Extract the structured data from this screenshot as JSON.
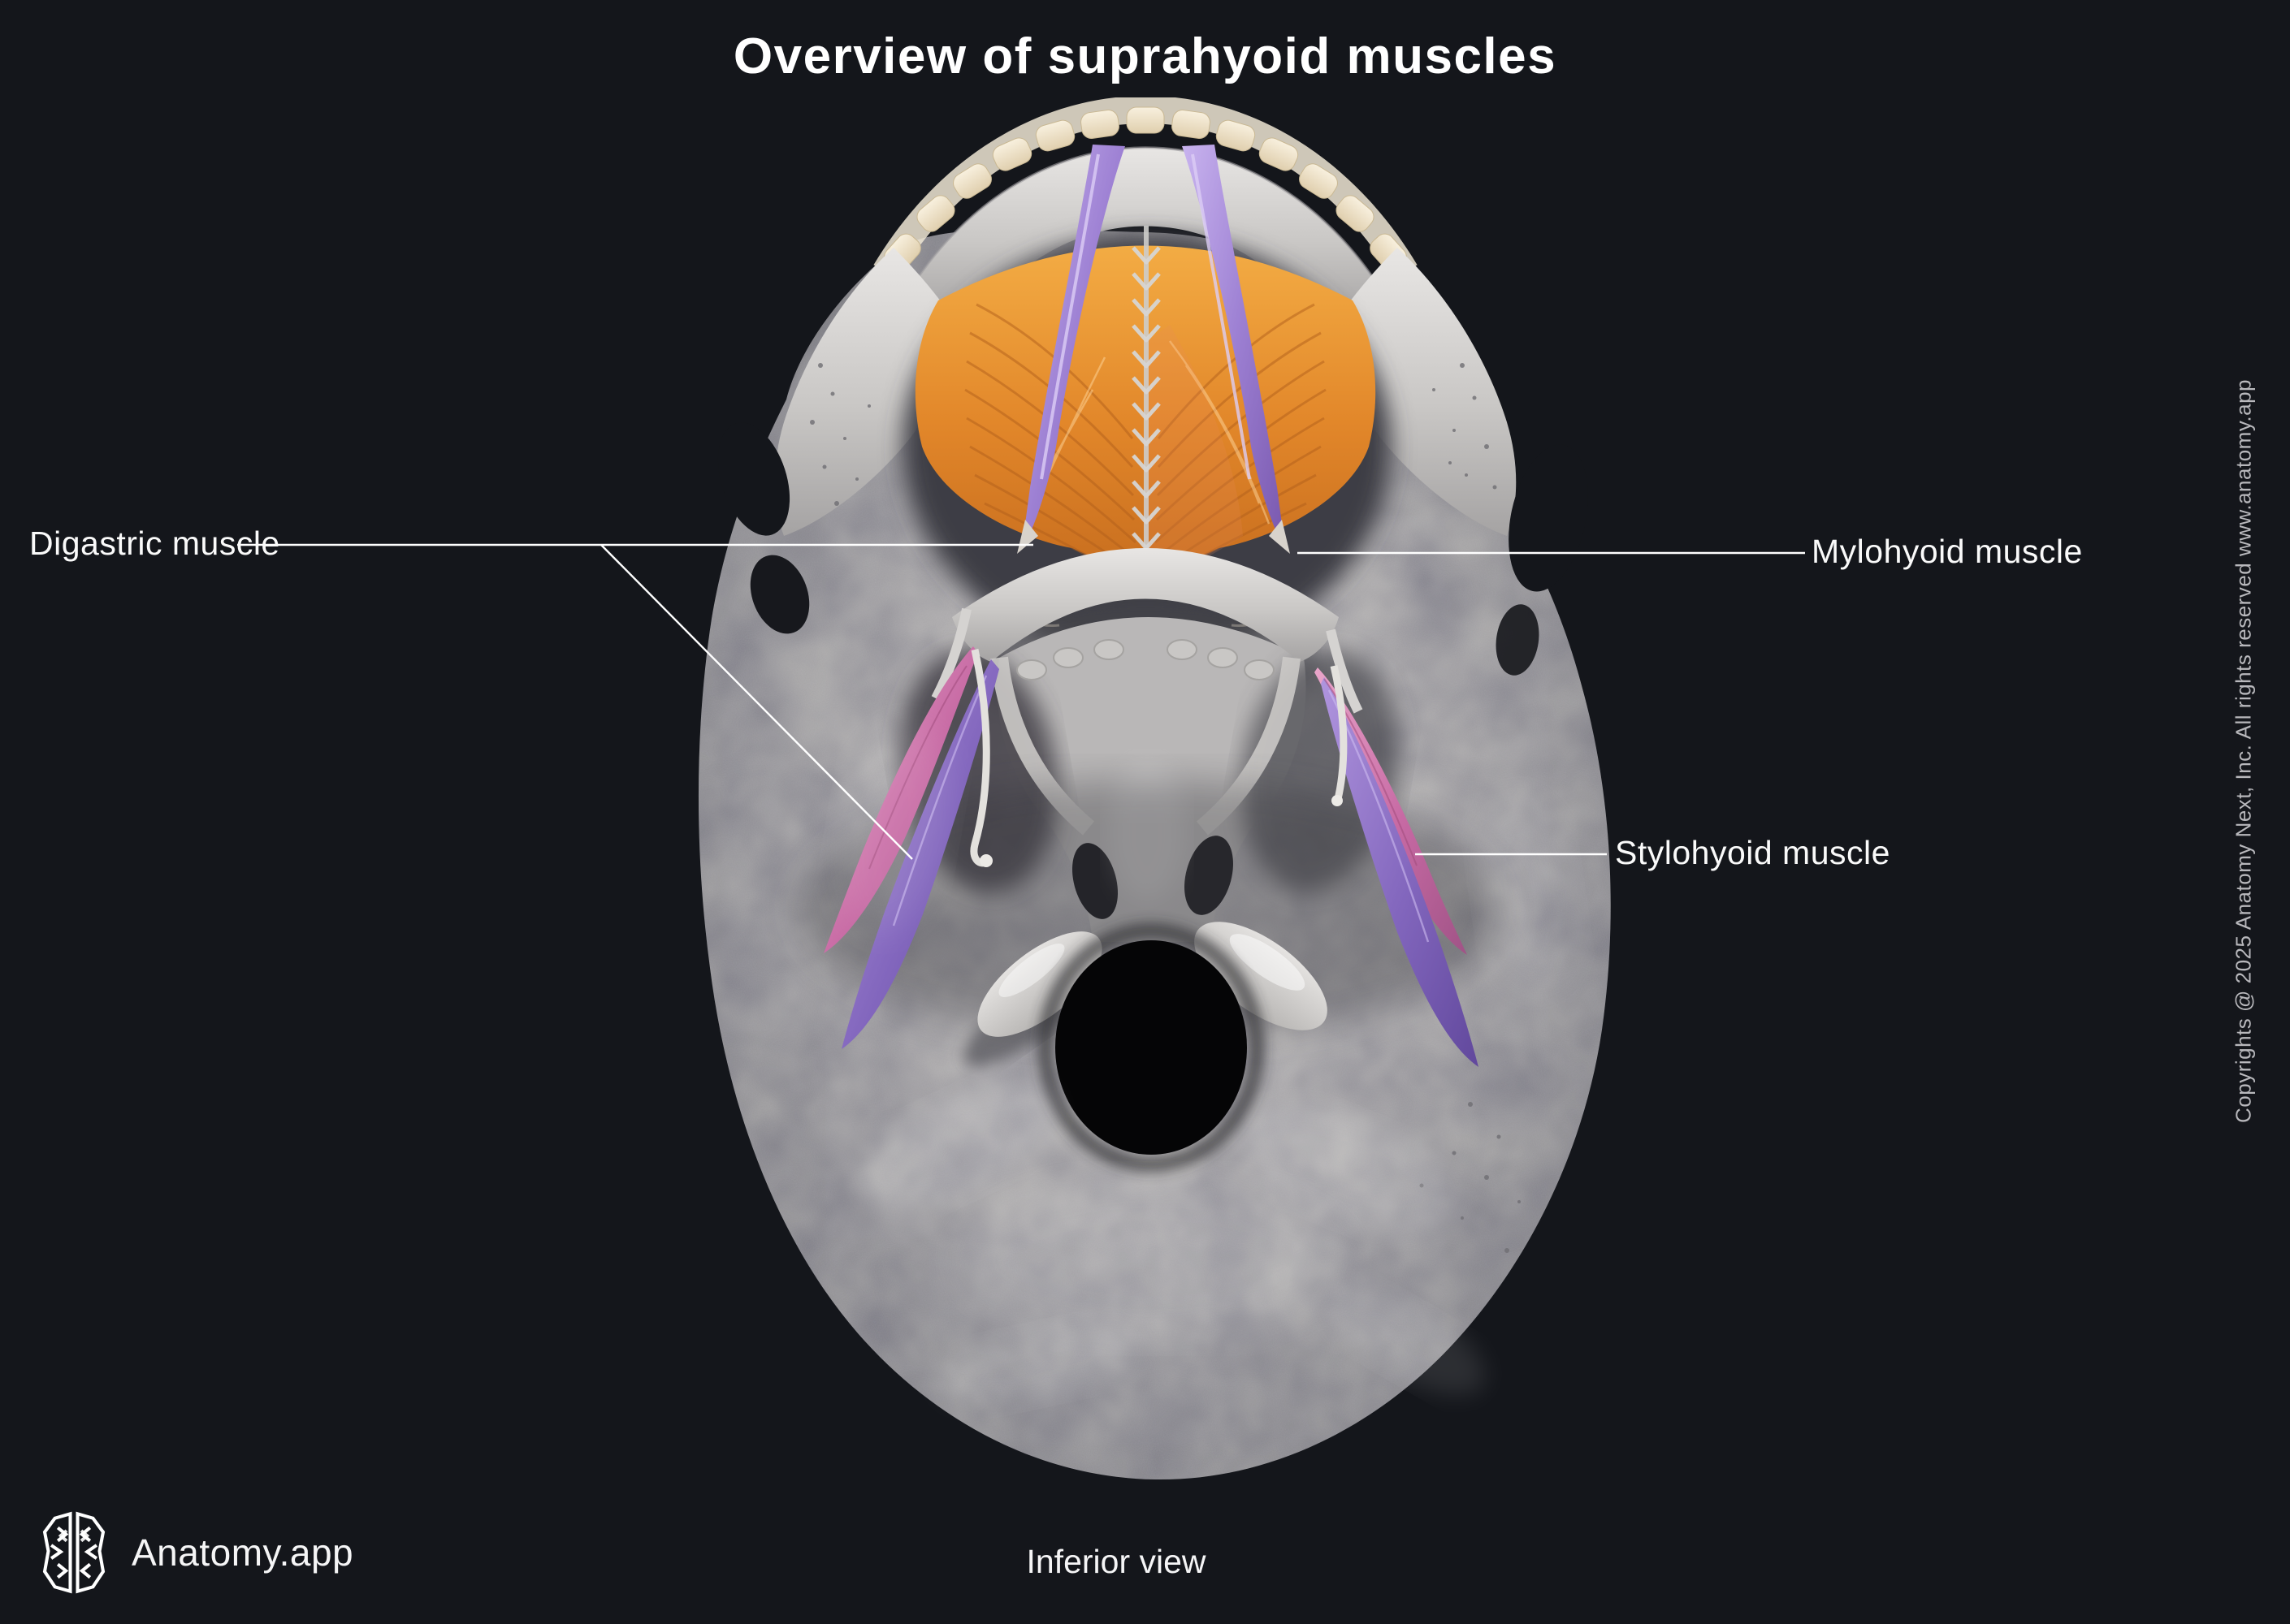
{
  "title": "Overview of suprahyoid muscles",
  "caption": "Inferior view",
  "brand": {
    "name": "Anatomy.app"
  },
  "copyright": "Copyrights @ 2025 Anatomy Next, Inc. All rights reserved www.anatomy.app",
  "labels": {
    "digastric": "Digastric muscle",
    "mylohyoid": "Mylohyoid muscle",
    "stylohyoid": "Stylohyoid muscle"
  },
  "icons": {
    "logo": "anatomy-brain-logo-icon"
  },
  "figure": {
    "subject": "Skull with suprahyoid muscles",
    "view": "Inferior view"
  },
  "colors": {
    "background": "#14161b",
    "text": "#ffffff",
    "leader_line": "#ffffff",
    "copyright_text": "#b8b8bc",
    "bone_light": "#d9d7d5",
    "bone_shadow": "#8c8b8f",
    "mylohyoid_orange": "#e2872a",
    "digastric_purple": "#9d80d3",
    "stylohyoid_pink": "#c76aa4",
    "teeth_cream": "#eee3cc",
    "foramen_black": "#060607"
  }
}
